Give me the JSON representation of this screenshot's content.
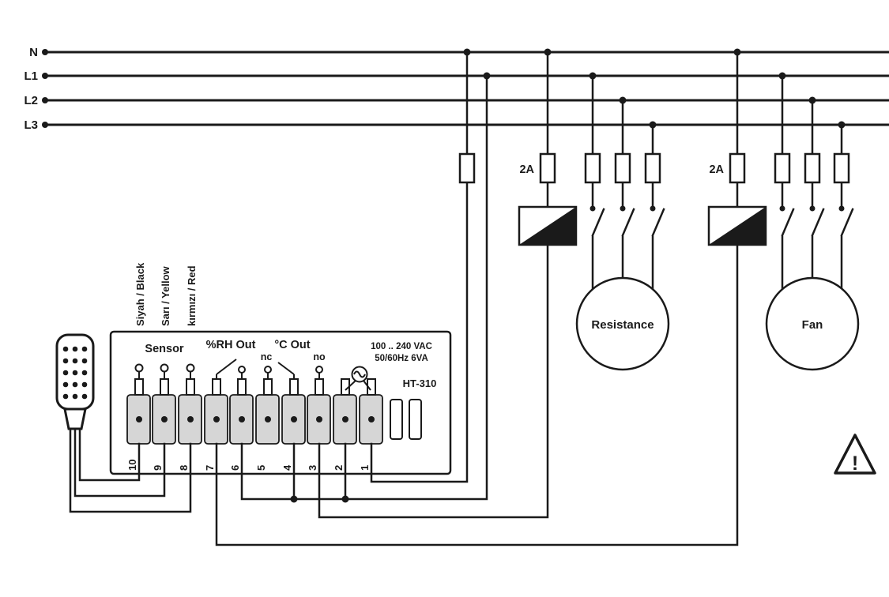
{
  "buses": {
    "n": "N",
    "l1": "L1",
    "l2": "L2",
    "l3": "L3"
  },
  "fuse_ratings": {
    "resistance": "2A",
    "fan": "2A"
  },
  "loads": {
    "resistance": "Resistance",
    "fan": "Fan"
  },
  "device": {
    "model": "HT-310",
    "sensor_label": "Sensor",
    "rh_out_label": "%RH Out",
    "c_out_label": "°C Out",
    "nc_label": "nc",
    "no_label": "no",
    "supply_line1": "100 .. 240 VAC",
    "supply_line2": "50/60Hz 6VA",
    "terminals": [
      "10",
      "9",
      "8",
      "7",
      "6",
      "5",
      "4",
      "3",
      "2",
      "1"
    ]
  },
  "sensor_wire_labels": {
    "black": "Siyah / Black",
    "yellow": "Sarı / Yellow",
    "red": "kırmızı / Red"
  },
  "warning_mark": "!"
}
